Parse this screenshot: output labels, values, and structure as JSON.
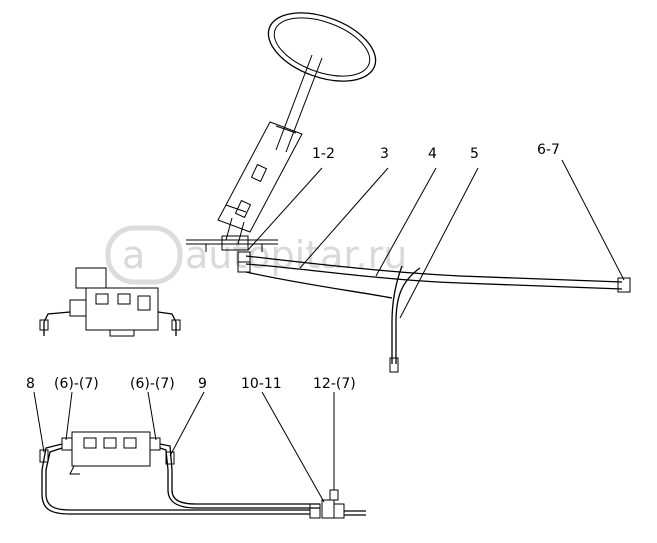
{
  "watermark": {
    "text": "autopitar.ru"
  },
  "upper_assembly": {
    "callouts": [
      {
        "id": "c-1-2",
        "text": "1-2"
      },
      {
        "id": "c-3",
        "text": "3"
      },
      {
        "id": "c-4",
        "text": "4"
      },
      {
        "id": "c-5",
        "text": "5"
      },
      {
        "id": "c-6-7",
        "text": "6-7"
      }
    ]
  },
  "lower_assembly": {
    "callouts": [
      {
        "id": "c-8",
        "text": "8"
      },
      {
        "id": "c-6-7-a",
        "text": "(6)-(7)"
      },
      {
        "id": "c-6-7-b",
        "text": "(6)-(7)"
      },
      {
        "id": "c-9",
        "text": "9"
      },
      {
        "id": "c-10-11",
        "text": "10-11"
      },
      {
        "id": "c-12-7",
        "text": "12-(7)"
      }
    ]
  }
}
